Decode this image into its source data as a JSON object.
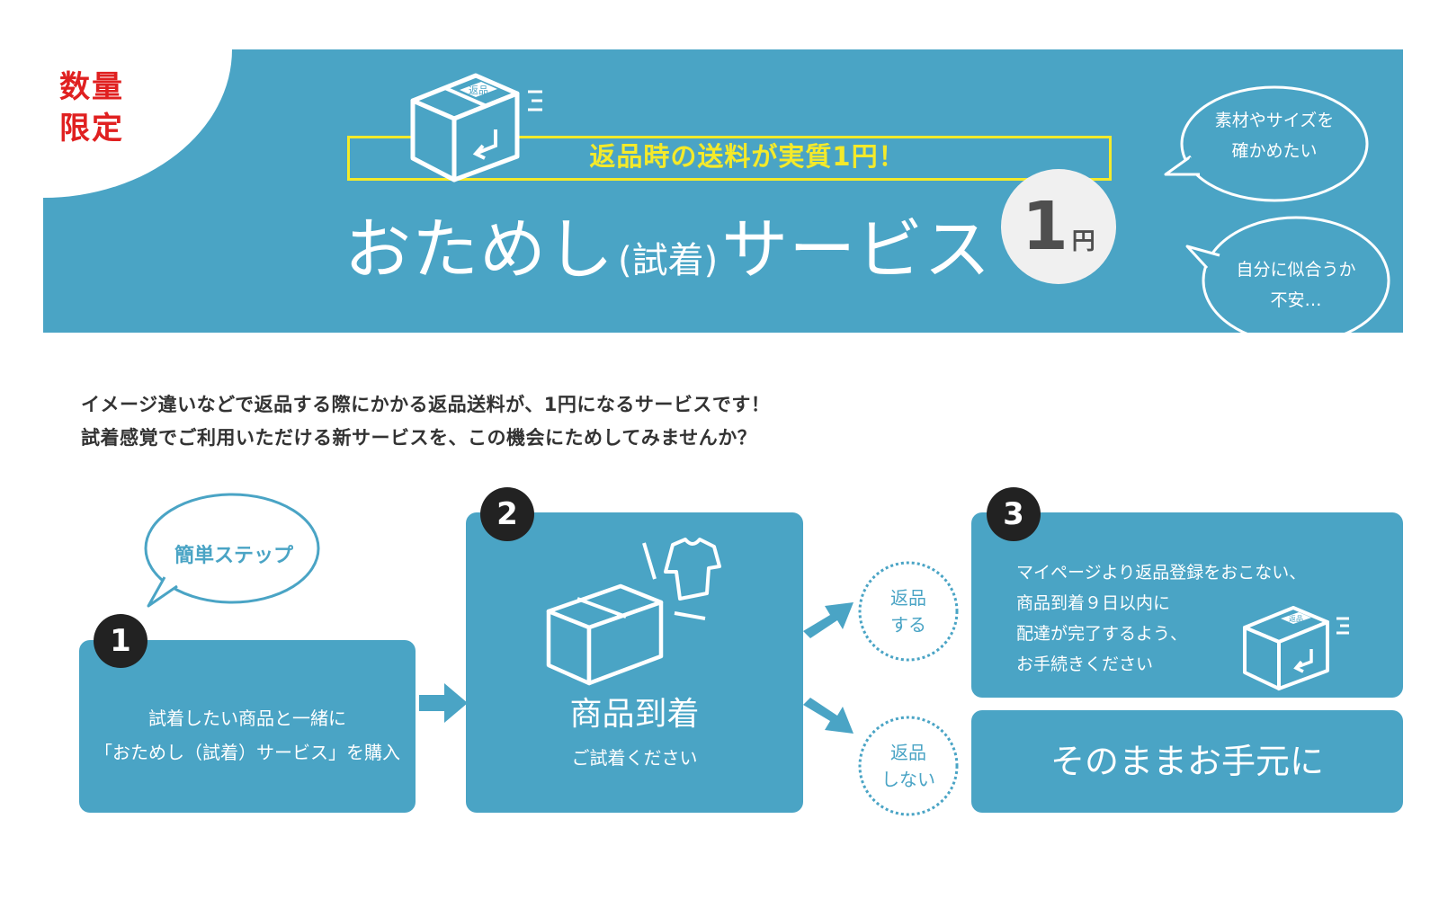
{
  "banner": {
    "limited": [
      "数量",
      "限定"
    ],
    "box_label": "返品",
    "tagline": "返品時の送料が実質1円！",
    "title_main_1": "おためし",
    "title_paren": "(試着)",
    "title_main_2": "サービス",
    "price_number": "1",
    "price_unit": "円",
    "bubbles": [
      {
        "lines": [
          "素材やサイズを",
          "確かめたい"
        ]
      },
      {
        "lines": [
          "自分に似合うか",
          "不安…"
        ]
      }
    ]
  },
  "description": {
    "line1": "イメージ違いなどで返品する際にかかる返品送料が、1円になるサービスです！",
    "line2": "試着感覚でご利用いただける新サービスを、この機会にためしてみませんか？"
  },
  "steps": {
    "easy_label": "簡単ステップ",
    "step1": {
      "number": "1",
      "lines": [
        "試着したい商品と一緒に",
        "「おためし（試着）サービス」を購入"
      ]
    },
    "step2": {
      "number": "2",
      "title": "商品到着",
      "subtitle": "ご試着ください"
    },
    "return_yes": [
      "返品",
      "する"
    ],
    "return_no": [
      "返品",
      "しない"
    ],
    "step3": {
      "number": "3",
      "box_label": "返品",
      "lines": [
        "マイページより返品登録をおこない、",
        "商品到着９日以内に",
        "配達が完了するよう、",
        "お手続きください"
      ]
    },
    "keep": "そのままお手元に"
  },
  "colors": {
    "brand_blue": "#4aa4c5",
    "accent_yellow": "#f4ea2a",
    "limited_red": "#e02020",
    "dark": "#222222"
  }
}
